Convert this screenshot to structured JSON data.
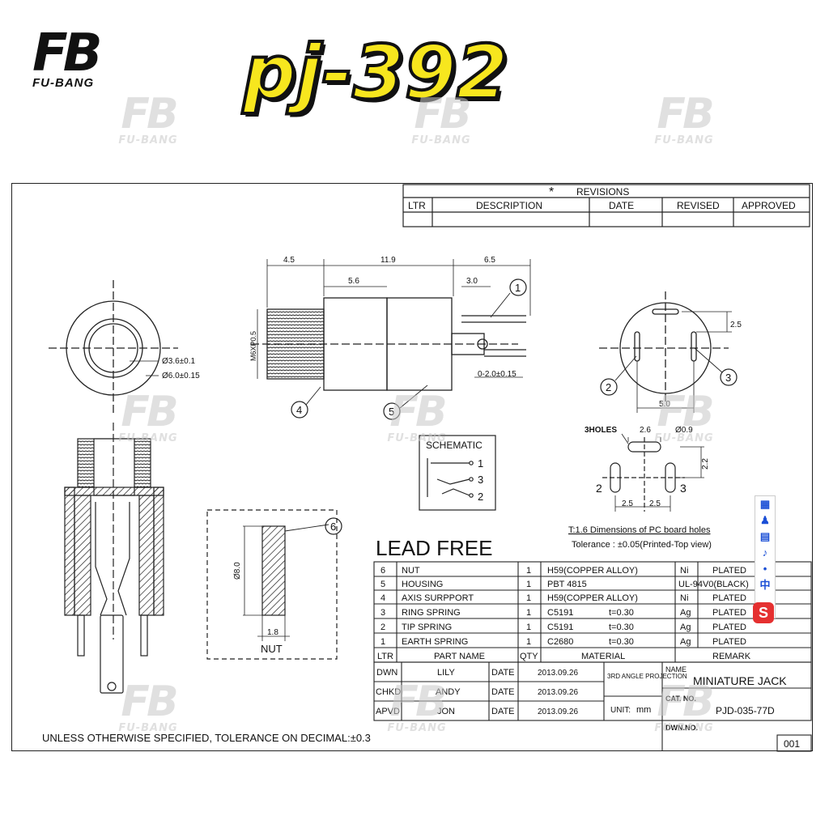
{
  "header": {
    "logo_mark": "FB",
    "logo_text": "FU-BANG",
    "title": "pj-392"
  },
  "watermark": {
    "mark": "FB",
    "text": "FU-BANG"
  },
  "revisions": {
    "title": "REVISIONS",
    "star": "*",
    "columns": [
      "LTR",
      "DESCRIPTION",
      "DATE",
      "REVISED",
      "APPROVED"
    ]
  },
  "dimensions": {
    "side_top": [
      "4.5",
      "11.9",
      "6.5"
    ],
    "side_inner": [
      "5.6",
      "3.0"
    ],
    "thread": "M6XP0.5",
    "pin_hole": "0-2.0±0.15",
    "front_d1": "Ø3.6±0.1",
    "front_d2": "Ø6.0±0.15",
    "back_top": "2.5",
    "back_width": "5.0",
    "holes_label": "3HOLES",
    "hole_w": "2.6",
    "hole_d": "Ø0.9",
    "hole_h": "2.2",
    "hole_span1": "2.5",
    "hole_span2": "2.5",
    "nut_dia": "Ø8.0",
    "nut_thk": "1.8",
    "nut_label": "NUT"
  },
  "callouts": [
    "1",
    "2",
    "3",
    "4",
    "5",
    "6"
  ],
  "schematic": {
    "title": "SCHEMATIC",
    "pins": [
      "1",
      "3",
      "2"
    ]
  },
  "pcb_note": {
    "line1": "T:1.6 Dimensions of PC board holes",
    "line2": "Tolerance : ±0.05(Printed-Top view)"
  },
  "hole_pins": [
    "2",
    "3"
  ],
  "lead_free": "LEAD FREE",
  "bom": {
    "headers": [
      "LTR",
      "PART NAME",
      "QTY",
      "MATERIAL",
      "REMARK"
    ],
    "rows": [
      {
        "ltr": "6",
        "name": "NUT",
        "qty": "1",
        "material": "H59(COPPER ALLOY)",
        "thk": "",
        "rem1": "Ni",
        "rem2": "PLATED"
      },
      {
        "ltr": "5",
        "name": "HOUSING",
        "qty": "1",
        "material": "PBT 4815",
        "thk": "",
        "rem1": "UL-94V0(BLACK)",
        "rem2": ""
      },
      {
        "ltr": "4",
        "name": "AXIS SURPPORT",
        "qty": "1",
        "material": "H59(COPPER ALLOY)",
        "thk": "",
        "rem1": "Ni",
        "rem2": "PLATED"
      },
      {
        "ltr": "3",
        "name": "RING SPRING",
        "qty": "1",
        "material": "C5191",
        "thk": "t=0.30",
        "rem1": "Ag",
        "rem2": "PLATED"
      },
      {
        "ltr": "2",
        "name": "TIP SPRING",
        "qty": "1",
        "material": "C5191",
        "thk": "t=0.30",
        "rem1": "Ag",
        "rem2": "PLATED"
      },
      {
        "ltr": "1",
        "name": "EARTH SPRING",
        "qty": "1",
        "material": "C2680",
        "thk": "t=0.30",
        "rem1": "Ag",
        "rem2": "PLATED"
      }
    ]
  },
  "title_block": {
    "dwn_label": "DWN",
    "dwn_name": "LILY",
    "chkd_label": "CHKD",
    "chkd_name": "ANDY",
    "apvd_label": "APVD",
    "apvd_name": "JON",
    "date_label": "DATE",
    "date_value": "2013.09.26",
    "projection": "3RD ANGLE PROJECTION",
    "unit_label": "UNIT:",
    "unit_value": "mm",
    "name_label": "NAME",
    "name_value": "MINIATURE JACK",
    "cat_label": "CAT. NO.",
    "cat_value": "PJD-035-77D",
    "dwn_no_label": "DWN.NO.",
    "dwn_no_value": "001"
  },
  "footer_note": "UNLESS OTHERWISE SPECIFIED, TOLERANCE ON DECIMAL:±0.3",
  "side_panel": {
    "icons": [
      "grid-icon",
      "person-icon",
      "doc-icon",
      "mic-icon",
      "dot-icon",
      "cn-icon"
    ],
    "badge": "S"
  }
}
